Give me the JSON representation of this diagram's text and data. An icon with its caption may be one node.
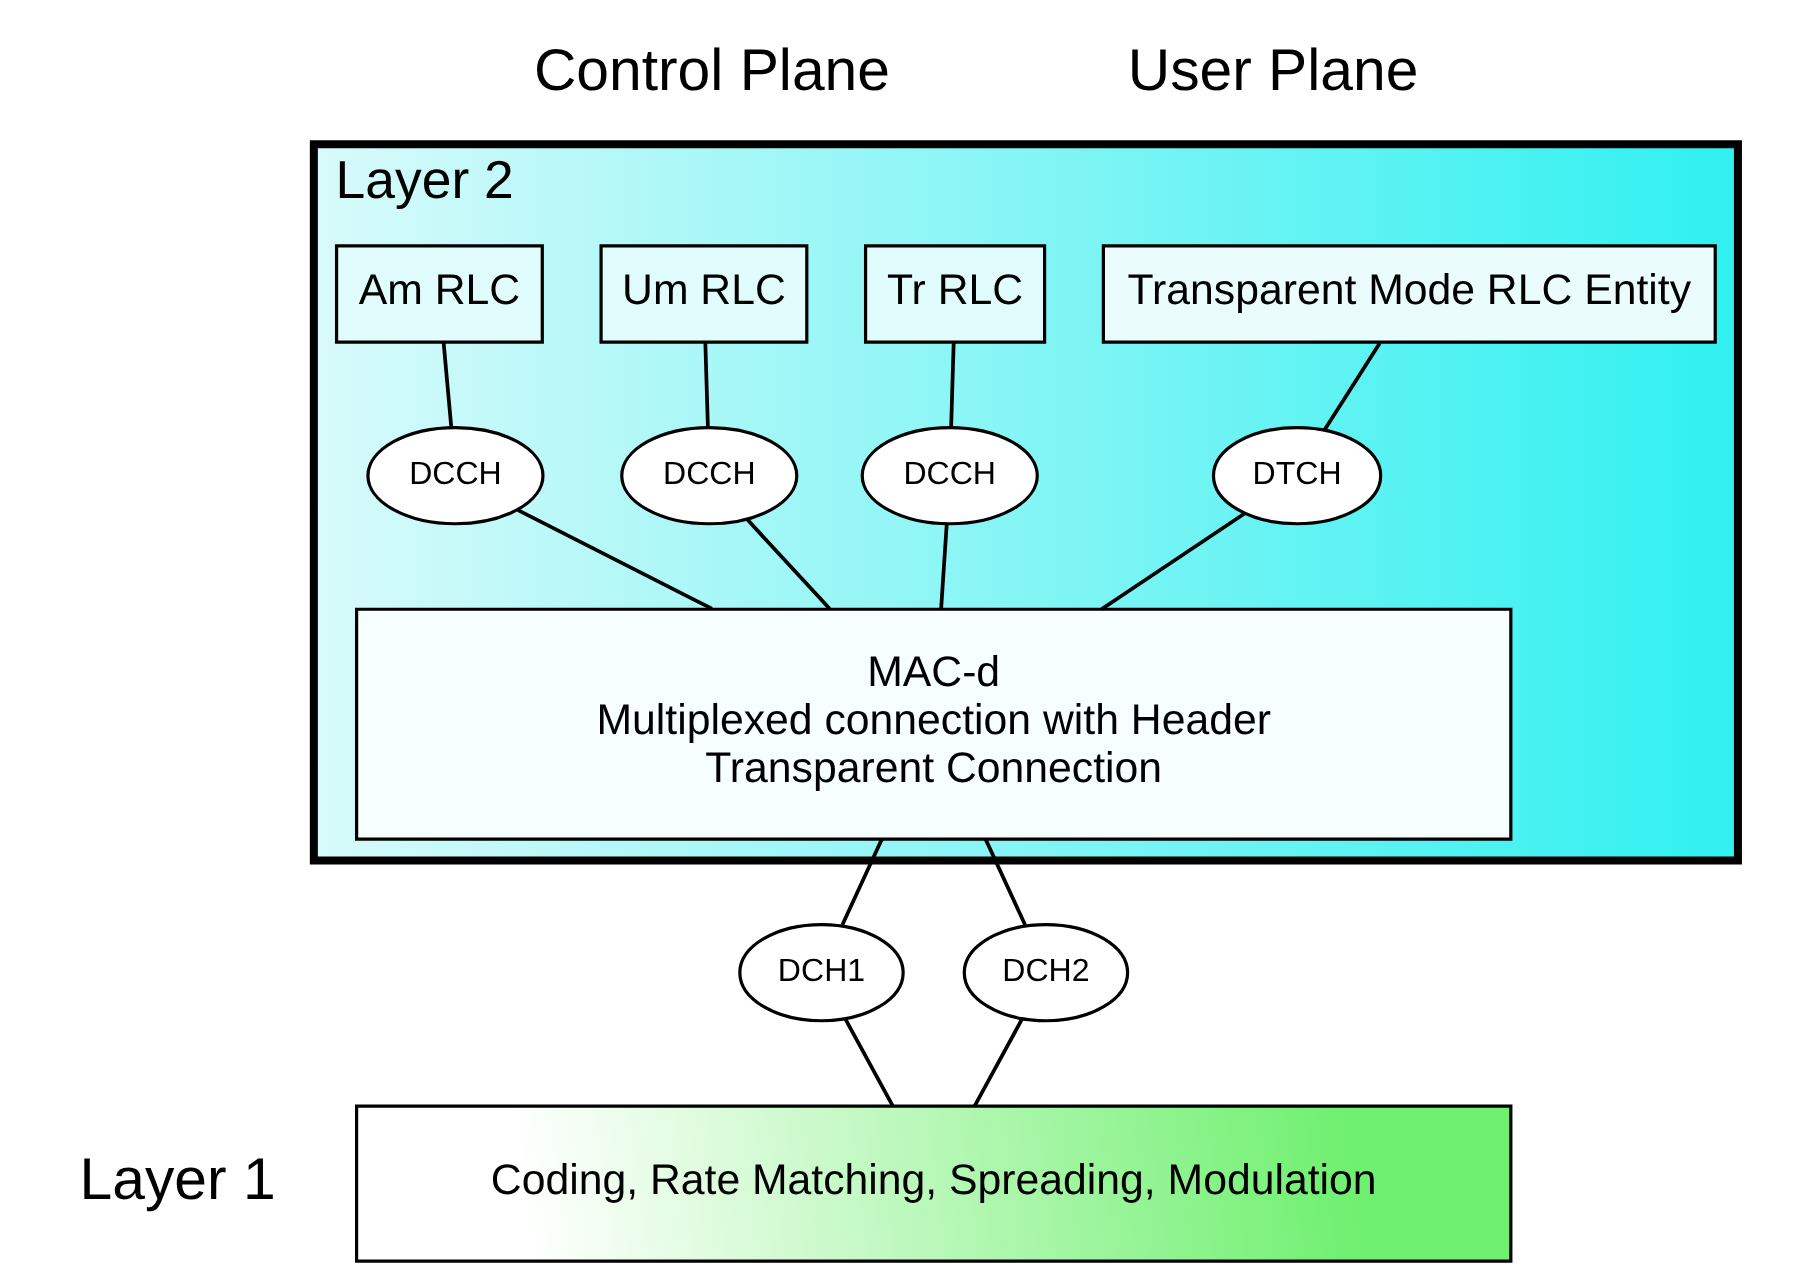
{
  "diagram": {
    "nodes": [
      {
        "text": [],
        "shape": "box",
        "beside": [
          "Layer 2"
        ]
      },
      {
        "text": [
          "Am RLC"
        ],
        "in": 0
      },
      {
        "text": [
          "Um RLC"
        ],
        "in": 0
      },
      {
        "text": [
          "Tr RLC"
        ],
        "in": 0
      },
      {
        "text": [
          "Transparent Mode RLC Entity"
        ],
        "in": 0
      },
      {
        "text": [
          "DCCH"
        ],
        "in": 0
      },
      {
        "text": [
          "DCCH"
        ],
        "in": 0
      },
      {
        "text": [
          "DCCH"
        ],
        "in": 0
      },
      {
        "text": [
          "DTCH"
        ],
        "in": 0
      },
      {
        "text": [
          "MAC-d",
          "Multiplexed connection with Header",
          "Transparent Connection"
        ],
        "in": 0
      },
      {
        "text": [
          "DCH1"
        ]
      },
      {
        "text": [
          "DCH2"
        ]
      },
      {
        "text": [
          "Coding, Rate Matching, Spreading, Modulation"
        ],
        "beside": [
          "Layer 1"
        ]
      }
    ],
    "edges": [
      {
        "from": 1,
        "to": 5,
        "arrow": "none"
      },
      {
        "from": 2,
        "to": 6,
        "arrow": "none"
      },
      {
        "from": 3,
        "to": 7,
        "arrow": "none"
      },
      {
        "from": 4,
        "to": 8,
        "arrow": "none"
      },
      {
        "from": 5,
        "to": 9,
        "arrow": "none"
      },
      {
        "from": 6,
        "to": 9,
        "arrow": "none"
      },
      {
        "from": 7,
        "to": 9,
        "arrow": "none"
      },
      {
        "from": 8,
        "to": 9,
        "arrow": "none"
      },
      {
        "from": 9,
        "to": 10,
        "arrow": "none"
      },
      {
        "from": 9,
        "to": 11,
        "arrow": "none"
      },
      {
        "from": 10,
        "to": 12,
        "arrow": "none"
      },
      {
        "from": 11,
        "to": 12,
        "arrow": "none"
      }
    ],
    "labels": [
      "Control Plane",
      "User Plane"
    ]
  }
}
